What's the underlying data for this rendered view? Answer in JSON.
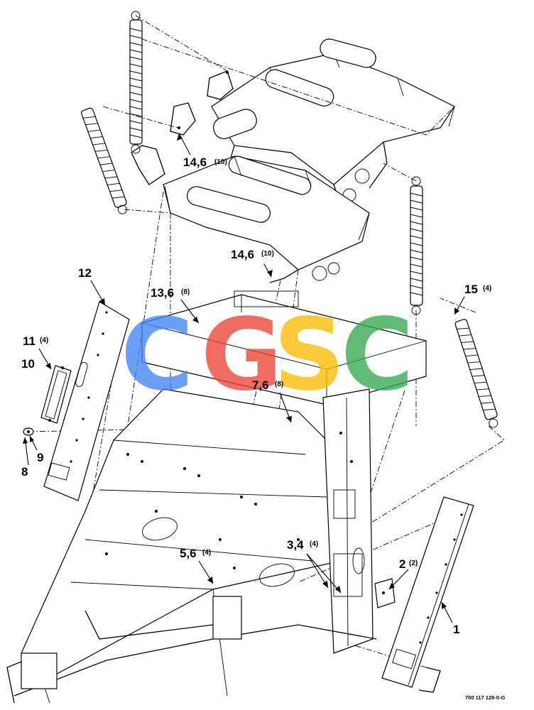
{
  "callouts": [
    {
      "id": "c14a",
      "label": "14,6",
      "qty": "(10)"
    },
    {
      "id": "c14b",
      "label": "14,6",
      "qty": "(10)"
    },
    {
      "id": "c12",
      "label": "12",
      "qty": ""
    },
    {
      "id": "c13",
      "label": "13,6",
      "qty": "(8)"
    },
    {
      "id": "c15",
      "label": "15",
      "qty": "(4)"
    },
    {
      "id": "c11",
      "label": "11",
      "qty": "(4)"
    },
    {
      "id": "c10",
      "label": "10",
      "qty": ""
    },
    {
      "id": "c7",
      "label": "7,6",
      "qty": "(8)"
    },
    {
      "id": "c9",
      "label": "9",
      "qty": ""
    },
    {
      "id": "c8",
      "label": "8",
      "qty": ""
    },
    {
      "id": "c5",
      "label": "5,6",
      "qty": "(4)"
    },
    {
      "id": "c3",
      "label": "3,4",
      "qty": "(4)"
    },
    {
      "id": "c2",
      "label": "2",
      "qty": "(2)"
    },
    {
      "id": "c1",
      "label": "1",
      "qty": ""
    }
  ],
  "watermark": {
    "letters": [
      "C",
      "G",
      "S",
      "C"
    ],
    "colors": [
      "#4285F4",
      "#EA4335",
      "#FBBC05",
      "#34A853"
    ]
  },
  "drawing_number": "700 117 129-0-G"
}
